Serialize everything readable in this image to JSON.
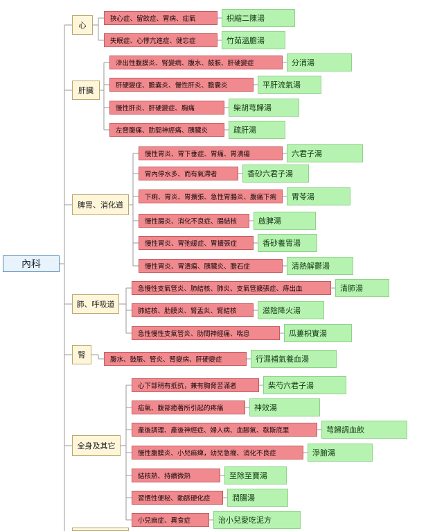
{
  "root": {
    "label": "內科"
  },
  "categories": [
    {
      "label": "心",
      "items": [
        {
          "disease": "狹心症、留飲症、胃病、疝氣",
          "remedy": "枳縮二陳湯"
        },
        {
          "disease": "失眠症、心悸亢進症、健忘症",
          "remedy": "竹茹溫膽湯"
        }
      ]
    },
    {
      "label": "肝臟",
      "items": [
        {
          "disease": "滲出性腹膜炎、腎變病、腹水、鼓脹、肝硬變症",
          "remedy": "分消湯"
        },
        {
          "disease": "肝硬變症、膽嚢炎、慢性肝炎、膽囊炎",
          "remedy": "平肝流氣湯"
        },
        {
          "disease": "慢性肝炎、肝硬變症、胸痛",
          "remedy": "柴胡芎歸湯"
        },
        {
          "disease": "左脅腹痛、肋間神經痛、胰臟炎",
          "remedy": "疏肝湯"
        }
      ]
    },
    {
      "label": "脾胃、消化道",
      "items": [
        {
          "disease": "慢性胃炎、胃下垂症、胃痛、胃潰瘍",
          "remedy": "六君子湯"
        },
        {
          "disease": "胃內停水多、而有氣滯者",
          "remedy": "香砂六君子湯"
        },
        {
          "disease": "下痢、胃炎、胃擴張、急性胃腸炎、腹痛下痢",
          "remedy": "胃苓湯"
        },
        {
          "disease": "慢性腸炎、消化不良症、腸結核",
          "remedy": "啟脾湯"
        },
        {
          "disease": "慢性胃炎、胃弛緩症、胃擴張症",
          "remedy": "香砂養胃湯"
        },
        {
          "disease": "慢性胃炎、胃潰瘍、胰臟炎、膽石症",
          "remedy": "清熱解鬱湯"
        }
      ]
    },
    {
      "label": "肺、呼吸道",
      "items": [
        {
          "disease": "急慢性支氣管炎、肺結核、肺炎、支氣管擴張症、痔出血",
          "remedy": "清肺湯"
        },
        {
          "disease": "肺結核、肋膜炎、腎盂炎、腎結核",
          "remedy": "滋陰降火湯"
        },
        {
          "disease": "急性慢性支氣管炎、肋間神經痛、喘息",
          "remedy": "瓜蔞枳實湯"
        }
      ]
    },
    {
      "label": "腎",
      "items": [
        {
          "disease": "腹水、鼓脹、腎炎、腎變病、肝硬變症",
          "remedy": "行濕補氣養血湯"
        }
      ]
    },
    {
      "label": "全身及其它",
      "items": [
        {
          "disease": "心下部稍有抵抗，兼有胸脅苦滿者",
          "remedy": "柴芍六君子湯"
        },
        {
          "disease": "疝氣、腹部癒著所引起的疼痛",
          "remedy": "神效湯"
        },
        {
          "disease": "產後調理、產後神經症、婦人病、血腳氣、歇斯底里",
          "remedy": "芎歸調血飲"
        },
        {
          "disease": "慢性腹膜炎、小兒痲痺，幼兒急癇、消化不良症",
          "remedy": "淨腑湯"
        },
        {
          "disease": "結核熱、持續微熱",
          "remedy": "至除至寶湯"
        },
        {
          "disease": "習慣性便秘、動脈硬化症",
          "remedy": "潤腸湯"
        },
        {
          "disease": "小兒痲症、異食症",
          "remedy": "治小兒愛吃泥方"
        }
      ]
    }
  ]
}
